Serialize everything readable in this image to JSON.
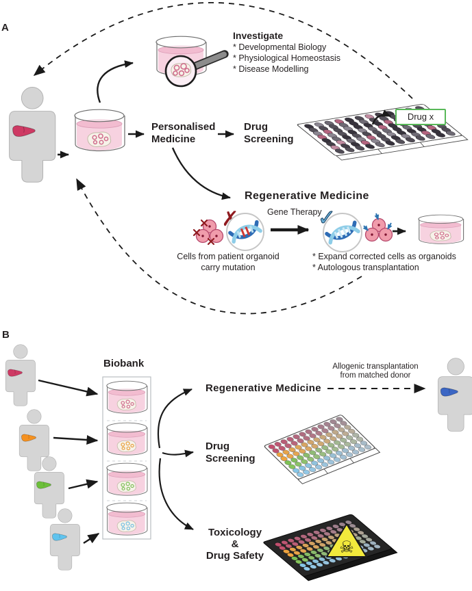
{
  "figure": {
    "panel_a_label": "A",
    "panel_b_label": "B"
  },
  "panel_a": {
    "investigate_title": "Investigate",
    "investigate_items": [
      "* Developmental Biology",
      "* Physiological Homeostasis",
      "* Disease Modelling"
    ],
    "personalised_medicine": "Personalised Medicine",
    "drug_screening": "Drug Screening",
    "drug_x": "Drug x",
    "regenerative_medicine": "Regenerative Medicine",
    "gene_therapy": "Gene Therapy",
    "mutation_caption": "Cells from patient organoid carry mutation",
    "corrected_items": [
      "* Expand corrected cells as organoids",
      "* Autologous transplantation"
    ]
  },
  "panel_b": {
    "biobank_title": "Biobank",
    "regenerative_medicine": "Regenerative Medicine",
    "allogenic_caption_line1": "Allogenic transplantation",
    "allogenic_caption_line2": "from matched donor",
    "drug_screening": "Drug Screening",
    "toxicology_lines": [
      "Toxicology",
      "&",
      "Drug Safety"
    ]
  },
  "icons": {
    "skull_crossbones": "☠",
    "check_mark": "✓",
    "cross_mark": "✗"
  },
  "colors": {
    "person_body": "#d5d5d5",
    "liver_patient_a": "#ce3a64",
    "liver_donors": [
      "#ce3a64",
      "#f59120",
      "#6cbf3a",
      "#5fc3ee"
    ],
    "liver_recipient": "#3b66c4",
    "organoid_rings_a": "#d06c8c",
    "organoid_rings_donors": [
      "#d06c8c",
      "#e8a03c",
      "#7cbf55",
      "#72bfe2"
    ],
    "drug_x_border": "#58b858",
    "medium_pink": "#f7d2e0",
    "dna_strand_dark": "#2e6cb5",
    "dna_strand_light": "#8ecde8",
    "mutation_red": "#8f1a1f",
    "warning_yellow": "#f2e93c"
  },
  "plates": {
    "panel_a": {
      "rows": 8,
      "cols": 12,
      "mode": "random",
      "well_stroke": "#2e2a31",
      "palette": [
        "#37333c",
        "#4f4b54",
        "#8b8691",
        "#b4647f",
        "#37333c",
        "#8b8691",
        "#c08ba0",
        "#55515a",
        "#37333c",
        "#b4647f",
        "#6e6a74",
        "#443f48"
      ]
    },
    "panel_b": {
      "rows": 8,
      "cols": 12,
      "mode": "rows",
      "well_stroke": "#777777",
      "row_colors": [
        "#c24f6e",
        "#c2526e",
        "#eda23e",
        "#f0a43e",
        "#7cc054",
        "#85c45c",
        "#86c5e6",
        "#90c9ea"
      ],
      "fade_to": [
        "#9c8f97",
        "#a29399",
        "#b3ab9e",
        "#b5ad9f",
        "#b0b3aa",
        "#b2b5ac",
        "#a9bac6",
        "#adbdc9"
      ]
    },
    "toxicology": {
      "rows": 8,
      "cols": 12,
      "mode": "rows",
      "well_stroke": "#1a1a1a",
      "row_colors": [
        "#c24f6e",
        "#c2526e",
        "#eda23e",
        "#f0a43e",
        "#7cc054",
        "#85c45c",
        "#86c5e6",
        "#90c9ea"
      ],
      "fade_to": [
        "#958a92",
        "#9a8f95",
        "#a8a096",
        "#aaa298",
        "#a6a6a0",
        "#a8a8a2",
        "#9fb0bc",
        "#a3b4c0"
      ]
    }
  }
}
